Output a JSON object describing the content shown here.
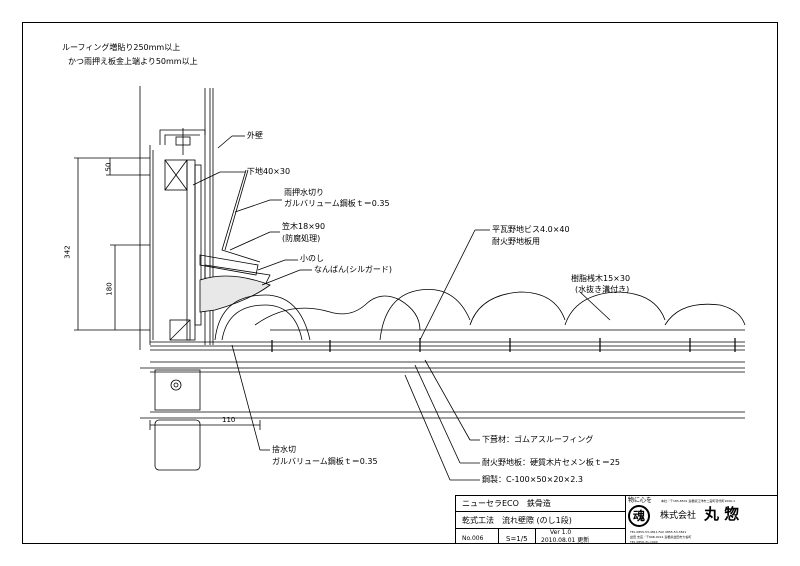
{
  "notes": {
    "top_line1": "ルーフィング増貼り250mm以上",
    "top_line2": "かつ雨押え板金上端より50mm以上"
  },
  "labels": {
    "outer_wall": "外壁",
    "base": "下地40×30",
    "flashing_1": "雨押水切り",
    "flashing_2": "ガルバリューム鋼板ｔ＝0.35",
    "kasagi_1": "笠木18×90",
    "kasagi_2": "(防腐処理)",
    "konoshi": "小のし",
    "nanban": "なんばん(シルガード)",
    "screw_1": "平瓦野地ビス4.0×40",
    "screw_2": "耐火野地板用",
    "batten_1": "樹脂桟木15×30",
    "batten_2": "(水抜き溝付き)",
    "drain_1": "捨水切",
    "drain_2": "ガルバリューム鋼板ｔ＝0.35",
    "underlay": "下葺材：ゴムアスルーフィング",
    "board": "耐火野地板：硬質木片セメン板ｔ＝25",
    "steel": "鋼製：C-100×50×20×2.3"
  },
  "dimensions": {
    "d50": "50",
    "d342": "342",
    "d180": "180",
    "d110": "110"
  },
  "title_block": {
    "product": "ニューセラECO　鉄骨造",
    "drawing": "乾式工法　流れ壁際 (のし1段)",
    "no": "No.006",
    "scale": "S=1/5",
    "version": "Ver 1.0",
    "date": "2010.08.01 更新",
    "motto": "物に心を",
    "logo_char": "魂",
    "company_prefix": "株式会社",
    "company_name": "丸 惣",
    "contact_1": "本社／〒185-8501 島根県江津市二宮町羽代町1006-1",
    "contact_2": "TEL 0855-53-4811 FAX 0855-53-3821",
    "contact_3": "益田 支店／〒698-0012 島根県益田市大谷町",
    "contact_4": "TEL 0856-31-1000"
  }
}
